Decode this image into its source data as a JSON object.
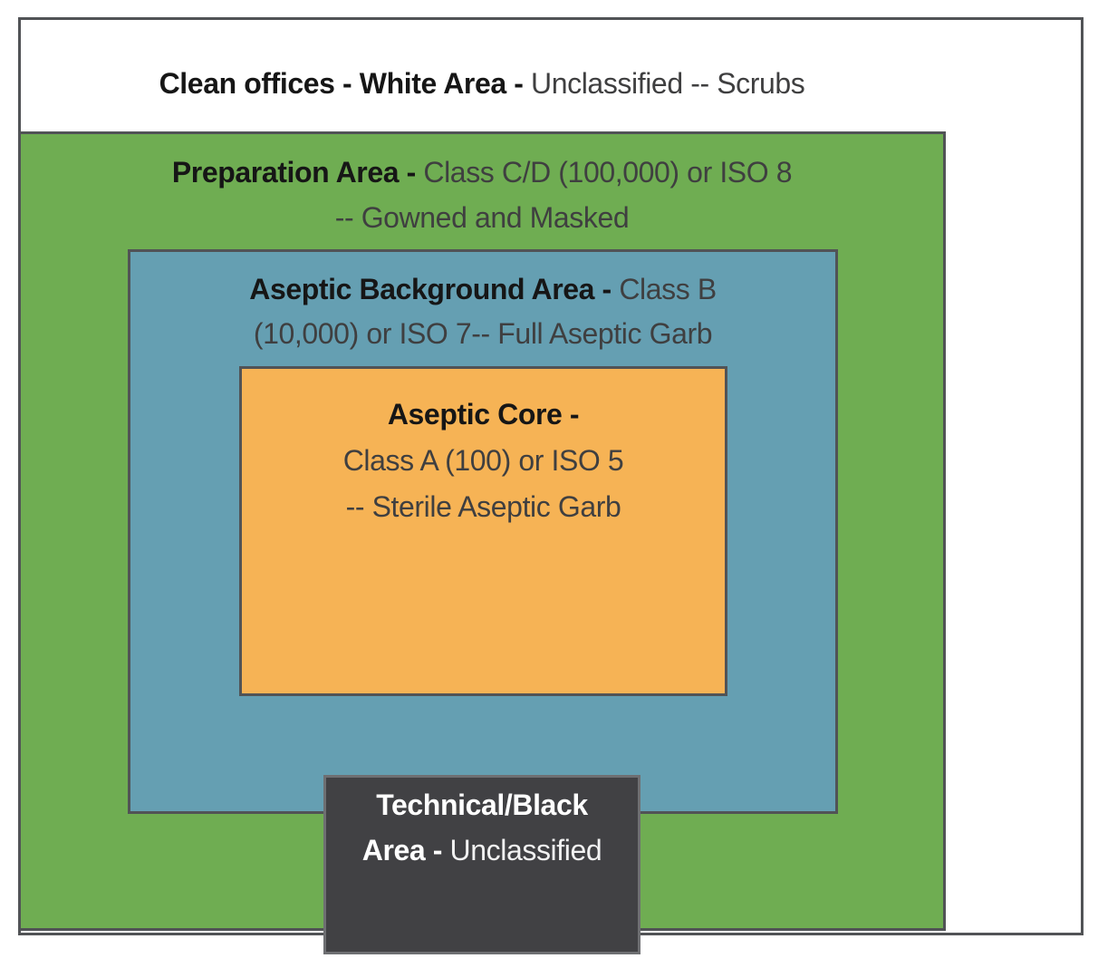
{
  "white_area": {
    "bold": "Clean offices - White Area - ",
    "regular": "Unclassified -- Scrubs"
  },
  "preparation_area": {
    "bold": "Preparation Area - ",
    "regular": "Class C/D (100,000) or ISO 8",
    "line2": "-- Gowned and Masked"
  },
  "aseptic_background_area": {
    "bold": "Aseptic Background Area - ",
    "regular": "Class B",
    "line2": "(10,000) or ISO 7-- Full Aseptic Garb"
  },
  "aseptic_core": {
    "bold": "Aseptic Core -",
    "line2": "Class A (100) or ISO 5",
    "line3": "-- Sterile Aseptic Garb"
  },
  "technical_area": {
    "bold_line1": "Technical/Black",
    "bold_line2": "Area - ",
    "regular": "Unclassified"
  },
  "colors": {
    "white_area_bg": "#ffffff",
    "preparation_area_bg": "#6fad52",
    "aseptic_background_bg": "#659fb2",
    "aseptic_core_bg": "#f6b355",
    "technical_area_bg": "#414144",
    "box_border": "#515356",
    "technical_box_border": "#6e6f72",
    "bold_text": "#161616",
    "regular_text": "#3f3f40",
    "technical_text": "#ffffff"
  }
}
